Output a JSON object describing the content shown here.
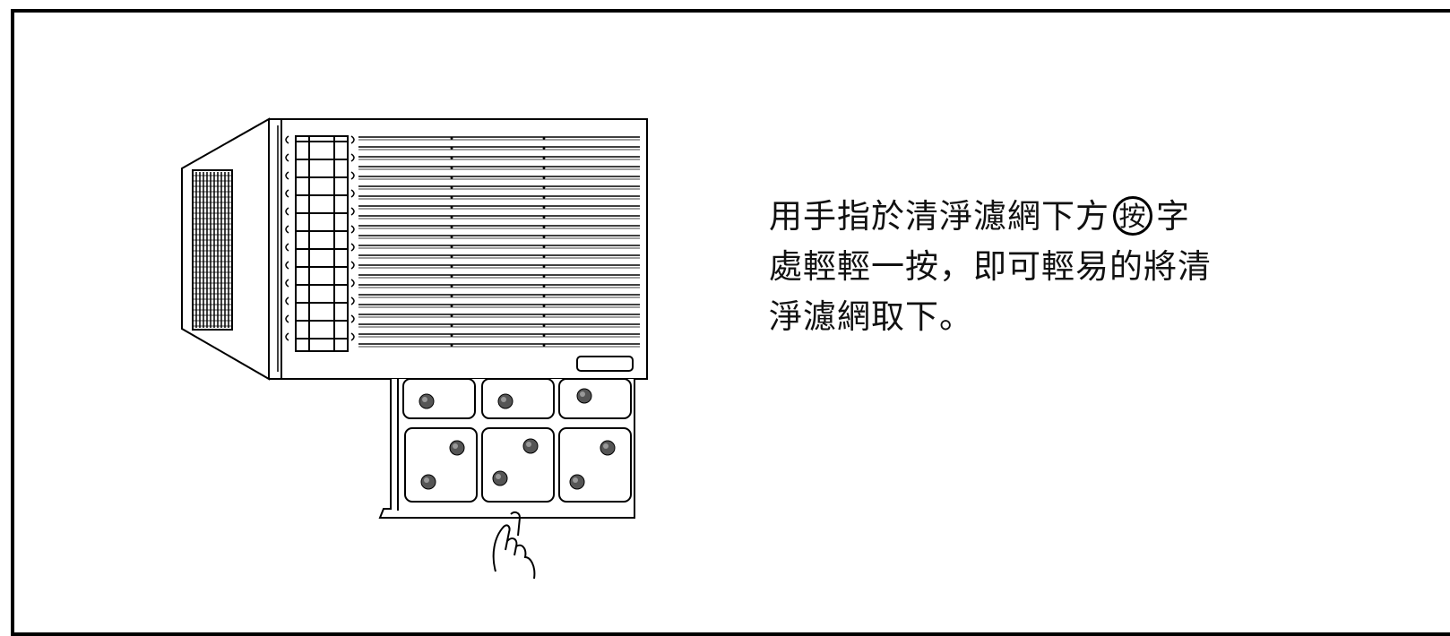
{
  "instruction": {
    "line1_before": "用手指於清淨濾網下方",
    "line1_circled": "按",
    "line1_after": "字",
    "line2": "處輕輕一按，即可輕易的將清",
    "line3": "淨濾網取下。"
  },
  "illustration": {
    "subject": "window-air-conditioner",
    "icons": [
      "air-conditioner-unit",
      "filter-tray",
      "hand-icon"
    ]
  }
}
